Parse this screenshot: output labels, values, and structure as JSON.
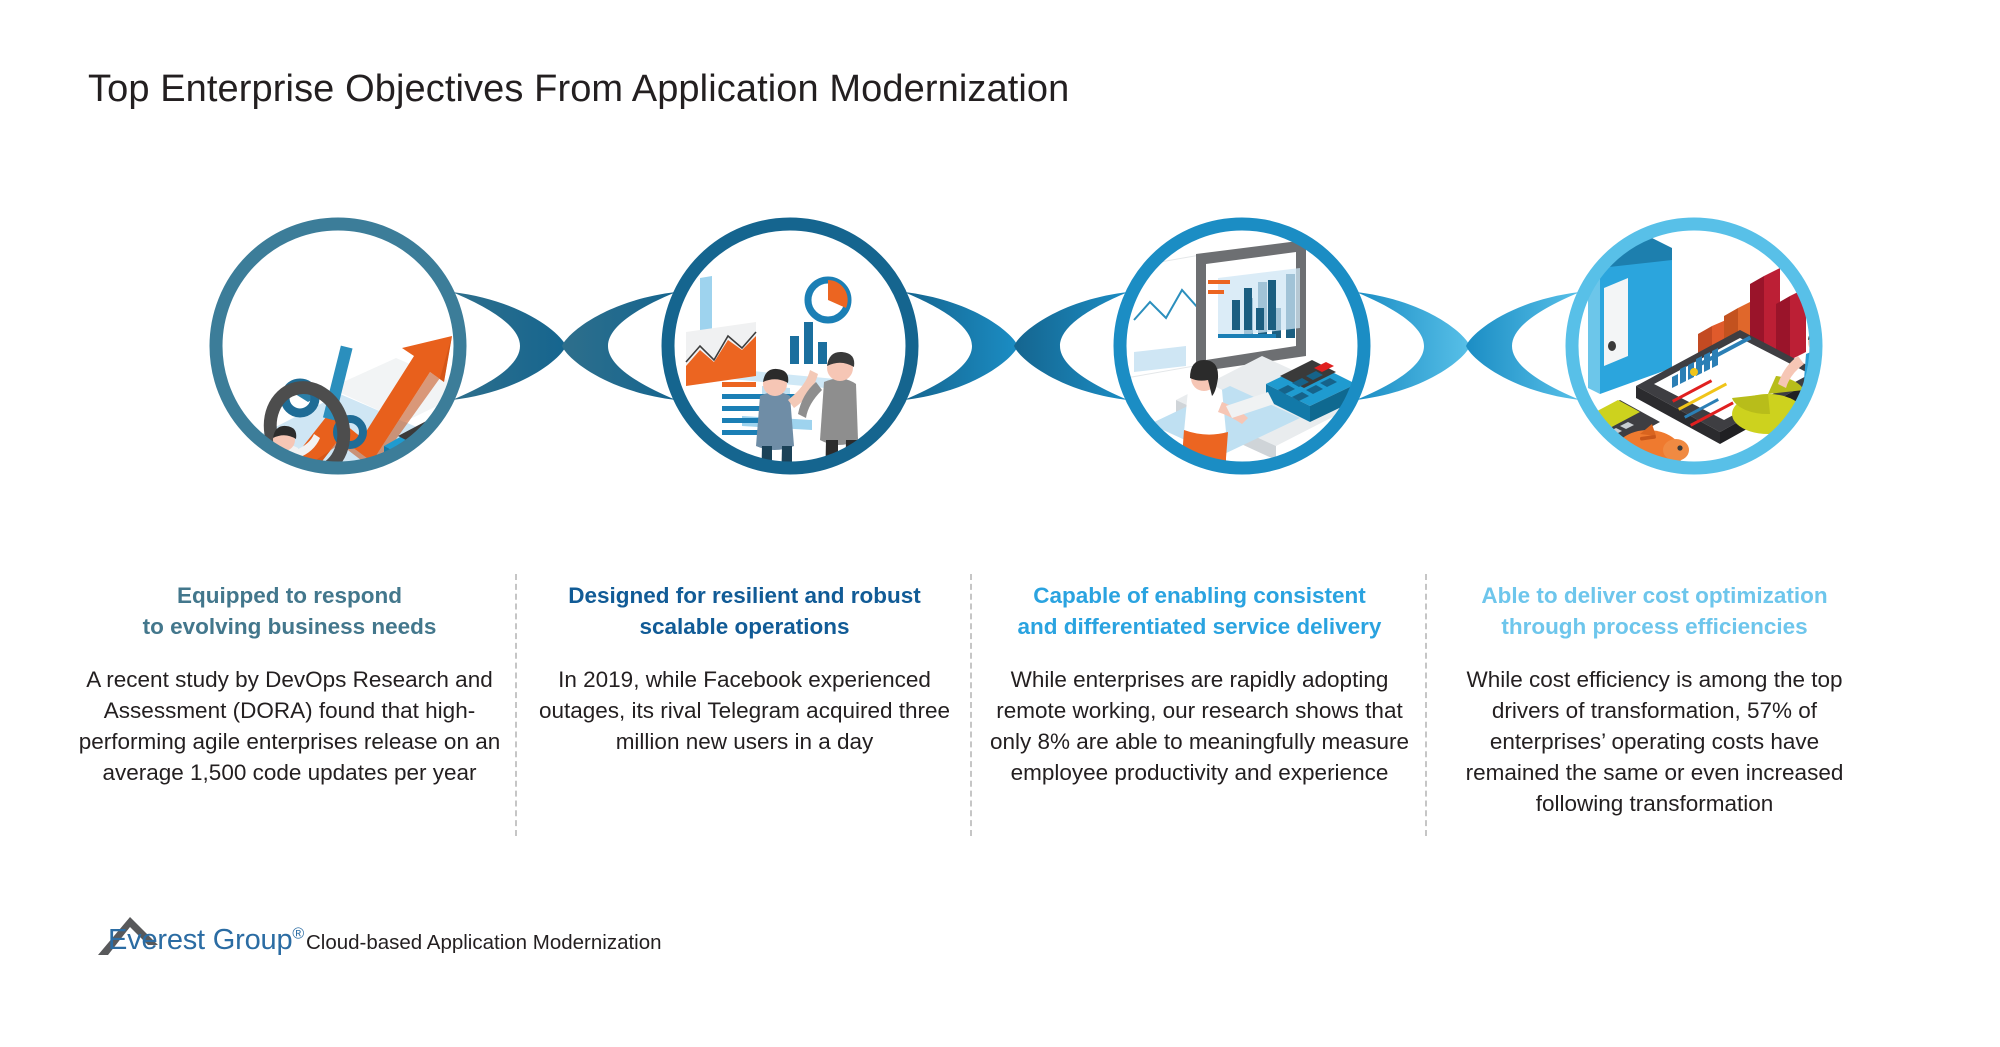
{
  "page": {
    "title": "Top Enterprise Objectives From Application Modernization",
    "background_color": "#ffffff"
  },
  "colors": {
    "circle_1": "#3c7d99",
    "circle_2": "#15658f",
    "circle_3": "#1b8dc4",
    "circle_4": "#58c0e8",
    "heading_1": "#43778c",
    "heading_2": "#115b96",
    "heading_3": "#2aa3e0",
    "heading_4": "#6ec6ec",
    "body_text": "#231f20",
    "divider": "#c6c6c6",
    "logo_blue": "#2b6ca3",
    "accent_orange": "#e8601c"
  },
  "columns": [
    {
      "id": "equipped-to-respond",
      "heading": "Equipped to respond\nto evolving business needs",
      "body": "A recent study by DevOps Research and Assessment (DORA) found that high-performing agile enterprises release on an average 1,500 code updates per year",
      "heading_color": "#43778c",
      "illustration": "magnifier-percent-growth-calculator"
    },
    {
      "id": "designed-for-resilient",
      "heading": "Designed for resilient and robust\nscalable operations",
      "body": "In 2019, while Facebook experienced outages, its rival Telegram acquired three million new users in a day",
      "heading_color": "#115b96",
      "illustration": "dashboard-analytics-two-people"
    },
    {
      "id": "capable-of-enabling",
      "heading": "Capable of enabling consistent\nand differentiated service delivery",
      "body": "While enterprises are rapidly adopting remote working, our research shows that only 8% are able to meaningfully measure employee productivity and experience",
      "heading_color": "#2aa3e0",
      "illustration": "monitor-barchart-calculator-woman"
    },
    {
      "id": "able-to-deliver-cost-optimization",
      "heading": "Able to deliver cost optimization\nthrough process efficiencies",
      "body": "While cost efficiency is among the top drivers of transformation, 57% of enterprises’ operating costs have remained the same or even increased following transformation",
      "heading_color": "#6ec6ec",
      "illustration": "binder-tablet-piechart-piggybank"
    }
  ],
  "footer": {
    "logo_name": "Everest Group",
    "registered_mark": "®",
    "tagline": "Cloud-based Application Modernization"
  }
}
